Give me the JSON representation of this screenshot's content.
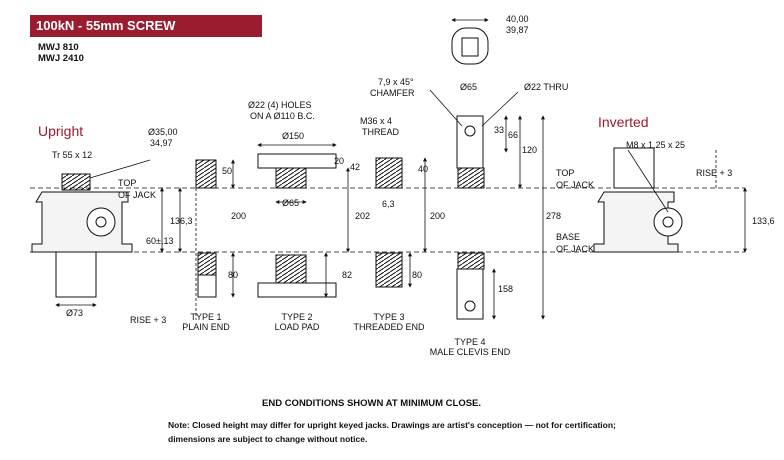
{
  "header": {
    "title": "100kN - 55mm SCREW",
    "models": [
      "MWJ 810",
      "MWJ 2410"
    ],
    "accent_color": "#9b1b2f"
  },
  "sections": {
    "upright": "Upright",
    "inverted": "Inverted"
  },
  "callouts": {
    "screw_thread": "Tr 55 x 12",
    "top_of_jack_line1": "TOP",
    "top_of_jack_line2": "OF JACK",
    "base_of_jack_line1": "BASE",
    "base_of_jack_line2": "OF JACK",
    "dia_35_a": "Ø35,00",
    "dia_35_b": "34,97",
    "holes_line1": "Ø22 (4) HOLES",
    "holes_line2": "ON A  Ø110 B.C.",
    "dia_150": "Ø150",
    "m36_line1": "M36 x 4",
    "m36_line2": "THREAD",
    "chamfer_line1": "7,9 x 45°",
    "chamfer_line2": "CHAMFER",
    "dia_65_top": "Ø65",
    "dia_22_thru": "Ø22 THRU",
    "width_40_a": "40,00",
    "width_40_b": "39,87",
    "m8": "M8 x 1,25 x 25",
    "rise_right": "RISE + 3",
    "rise_left": "RISE + 3",
    "dia_73": "Ø73",
    "dia_65_pad": "Ø65",
    "dim_136_3": "136,3",
    "dim_60": "60±,13",
    "dim_133_6": "133,6",
    "dim_50": "50",
    "dim_20": "20",
    "dim_42": "42",
    "dim_40": "40",
    "dim_33": "33",
    "dim_66": "66",
    "dim_120": "120",
    "dim_200_a": "200",
    "dim_202": "202",
    "dim_200_b": "200",
    "dim_278": "278",
    "dim_6_3": "6,3",
    "dim_80_a": "80",
    "dim_82": "82",
    "dim_80_b": "80",
    "dim_158": "158"
  },
  "types": [
    {
      "line1": "TYPE 1",
      "line2": "PLAIN END"
    },
    {
      "line1": "TYPE 2",
      "line2": "LOAD PAD"
    },
    {
      "line1": "TYPE 3",
      "line2": "THREADED END"
    },
    {
      "line1": "TYPE 4",
      "line2": "MALE CLEVIS END"
    }
  ],
  "footer": {
    "caption": "END CONDITIONS SHOWN AT MINIMUM CLOSE.",
    "note_line1": "Note: Closed height may differ for upright keyed jacks. Drawings are artist's conception — not for certification;",
    "note_line2": "dimensions are subject to change without notice."
  }
}
